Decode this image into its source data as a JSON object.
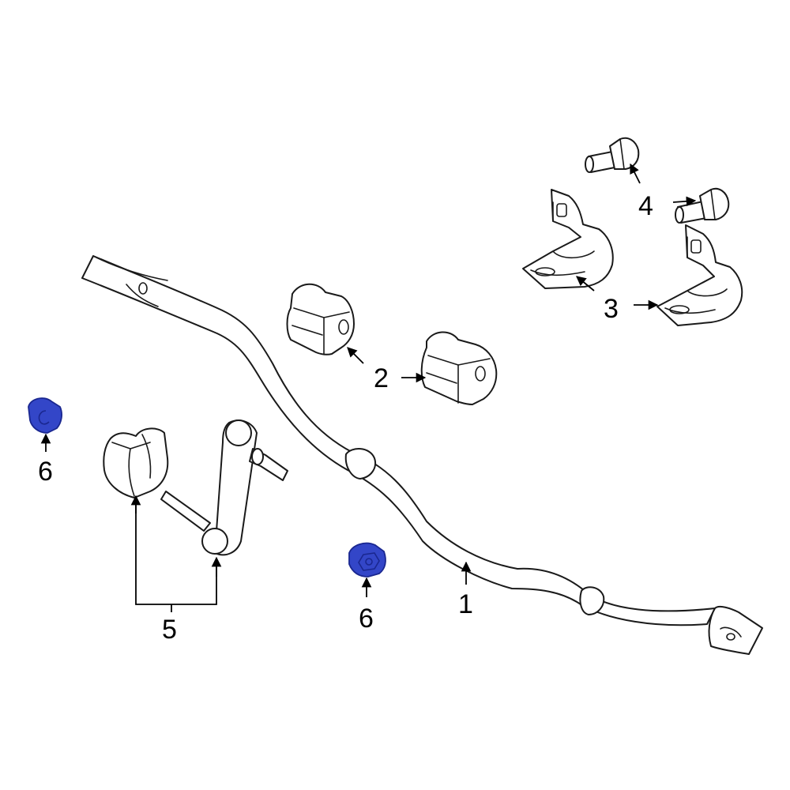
{
  "colors": {
    "outline": "#1a1a1a",
    "highlight_fill": "#3346c8",
    "highlight_stroke": "#1a2790",
    "background": "#ffffff"
  },
  "callouts": [
    {
      "id": "1",
      "label": "1"
    },
    {
      "id": "2",
      "label": "2"
    },
    {
      "id": "3",
      "label": "3"
    },
    {
      "id": "4",
      "label": "4"
    },
    {
      "id": "5",
      "label": "5"
    },
    {
      "id": "6a",
      "label": "6"
    },
    {
      "id": "6b",
      "label": "6"
    }
  ],
  "highlighted_parts": [
    "6a",
    "6b"
  ]
}
